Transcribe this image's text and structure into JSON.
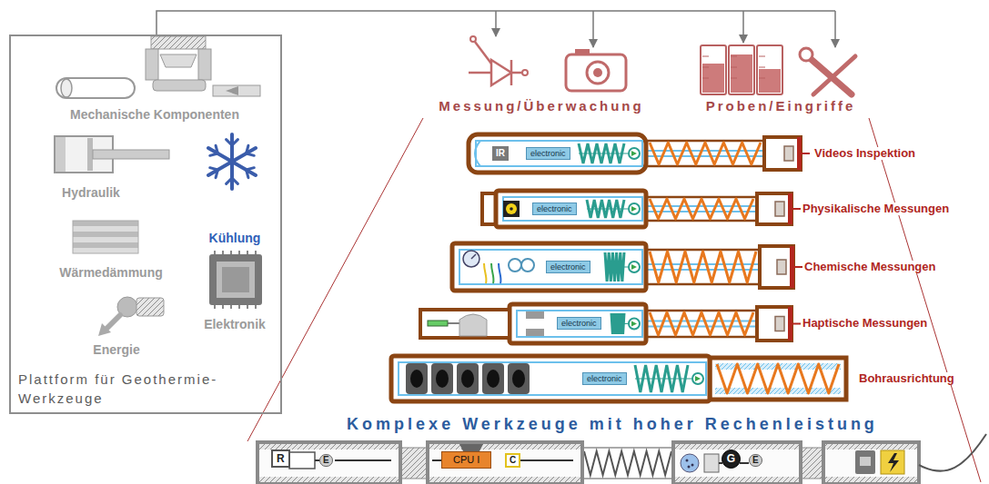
{
  "diagram": {
    "nodes": [
      {
        "text": [
          "Plattform für Geothermie-Werkzeuge"
        ]
      },
      {
        "text": [
          "IR",
          "electronic",
          "Videos Inspektion"
        ]
      },
      {
        "text": [
          "electronic",
          "Physikalische Messungen"
        ]
      },
      {
        "text": [
          "electronic",
          "Chemische Messungen"
        ]
      },
      {
        "text": [
          "electronic",
          "Haptische Messungen"
        ]
      },
      {
        "text": [
          "electronic",
          "Bohrausrichtung"
        ]
      },
      {
        "text": [
          "Komplexe Werkzeuge mit hoher Rechenleistung"
        ]
      },
      {
        "text": [
          "R"
        ],
        "in": 6
      },
      {
        "text": [
          "E"
        ],
        "in": 6
      },
      {
        "text": [
          "CPU I"
        ],
        "in": 6
      },
      {
        "text": [
          "C"
        ],
        "in": 6
      },
      {
        "text": [
          "G"
        ],
        "in": 6
      },
      {
        "text": [
          "E"
        ],
        "in": 6
      }
    ],
    "labels": [
      "Mechanische Komponenten",
      "Hydraulik",
      "Kühlung",
      "Wärmedämmung",
      "Elektronik",
      "Energie",
      "Messung/Überwachung",
      "Proben/Eingriffe"
    ]
  }
}
